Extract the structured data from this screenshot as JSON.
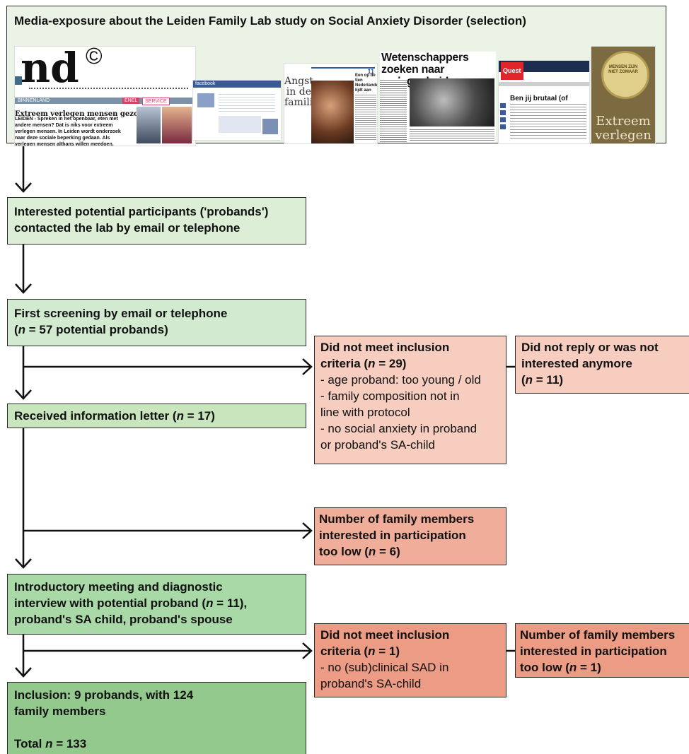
{
  "media": {
    "title": "Media-exposure about the Leiden Family Lab study on Social Anxiety Disorder (selection)",
    "clip1": {
      "logo": "nd",
      "copyright": "©",
      "section": "BINNENLAND",
      "tabs": [
        "ENEL",
        "SERVICE"
      ],
      "headline": "Extreem verlegen mensen gezocht",
      "body": "LEIDEN - Spreken in het openbaar, eten met andere mensen? Dat is niks voor extreem verlegen mensen. In Leiden wordt onderzoek naar deze sociale beperking gedaan. Als verlegen mensen althans willen meedoen."
    },
    "clip2": {
      "label": "facebook"
    },
    "clip3": {
      "headline": "Angst in de familie",
      "page": "11",
      "teaser": "Een op de tien Nederlanders lijdt aan sociale angst"
    },
    "clip4": {
      "headline": "Wetenschappers zoeken naar verlegenheidsgen"
    },
    "clip5": {
      "brand": "Quest",
      "headline": "Ben jij brutaal (of verlegen)?"
    },
    "clip6": {
      "headline": "Extreem verlegen",
      "cover": "MENSEN ZIJN NIET ZOMAAR"
    }
  },
  "boxes": {
    "contacted": {
      "lines": [
        "Interested potential participants ('probands')",
        "contacted the lab by email or telephone"
      ]
    },
    "screening": {
      "line1": "First screening by email or telephone",
      "line2_pre": "(",
      "n": "n",
      "line2_post": " = 57 potential probands)"
    },
    "excl1": {
      "title1": "Did not meet inclusion",
      "title2_pre": "criteria  (",
      "n": "n",
      "title2_post": " = 29)",
      "items": [
        "- age proband: too young / old",
        "- family composition not in",
        "line with protocol",
        "- no social anxiety in proband",
        "or proband's SA-child"
      ]
    },
    "noreply": {
      "line1": "Did not reply or was not",
      "line2": "interested anymore",
      "line3_pre": "(",
      "n": "n",
      "line3_post": " = 11)"
    },
    "letter": {
      "text_pre": "Received information letter (",
      "n": "n",
      "text_post": " = 17)"
    },
    "toolow1": {
      "lines": [
        "Number of family members",
        "interested in participation"
      ],
      "last_pre": "too low (",
      "n": "n",
      "last_post": " = 6)"
    },
    "meeting": {
      "line1": "Introductory meeting and diagnostic",
      "line2_pre": "interview with potential proband (",
      "n": "n",
      "line2_post": " = 11),",
      "line3": "proband's SA child, proband's spouse"
    },
    "excl2": {
      "title1": "Did not meet inclusion",
      "title2_pre": "criteria (",
      "n": "n",
      "title2_post": " = 1)",
      "items": [
        "- no (sub)clinical SAD in",
        "proband's SA-child"
      ]
    },
    "toolow2": {
      "lines": [
        "Number of family members",
        "interested in participation"
      ],
      "last_pre": "too low (",
      "n": "n",
      "last_post": " = 1)"
    },
    "inclusion": {
      "line1": "Inclusion: 9 probands, with 124",
      "line2": "family members",
      "total_pre": "Total ",
      "n": "n",
      "total_post": " = 133"
    }
  },
  "colors": {
    "green_lightest": "#eaf3e6",
    "green_light": "#dcefd6",
    "green_mid": "#c9e5bd",
    "green_meeting": "#a9d9a6",
    "green_strong": "#93c98d",
    "salmon_light": "#f6cdbf",
    "salmon_mid": "#f0ad99",
    "salmon_strong": "#ec9b84"
  }
}
